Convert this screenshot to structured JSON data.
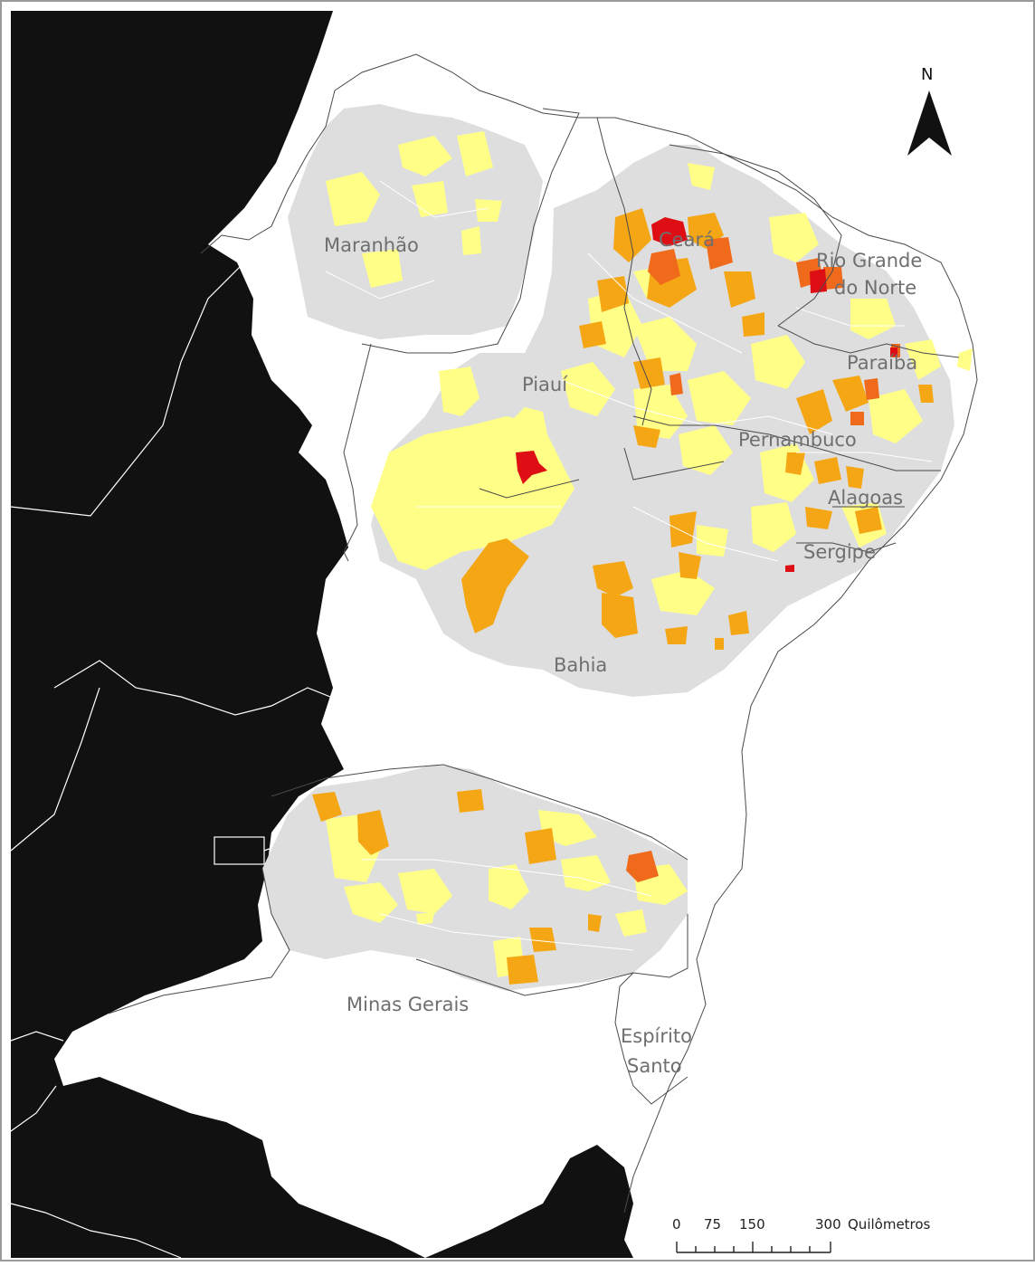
{
  "map": {
    "north_arrow_label": "N",
    "scale_bar": {
      "ticks": [
        "0",
        "75",
        "150",
        "300"
      ],
      "unit": "Quilômetros"
    },
    "states": {
      "maranhao": "Maranhão",
      "ceara": "Ceará",
      "rio_grande_do_norte_line1": "Rio Grande",
      "rio_grande_do_norte_line2": "do Norte",
      "paraiba": "Paraíba",
      "piaui": "Piauí",
      "pernambuco": "Pernambuco",
      "alagoas": "Alagoas",
      "sergipe": "Sergipe",
      "bahia": "Bahia",
      "minas_gerais": "Minas Gerais",
      "espirito_santo_line1": "Espírito",
      "espirito_santo_line2": "Santo"
    },
    "colors": {
      "outside_region": "#111111",
      "study_region": "#dedede",
      "class_1": "#ffff88",
      "class_2": "#f5a615",
      "class_3": "#f06a1c",
      "class_4": "#dd0e14",
      "borders": "#ffffff",
      "coast_outline": "#555555"
    }
  }
}
